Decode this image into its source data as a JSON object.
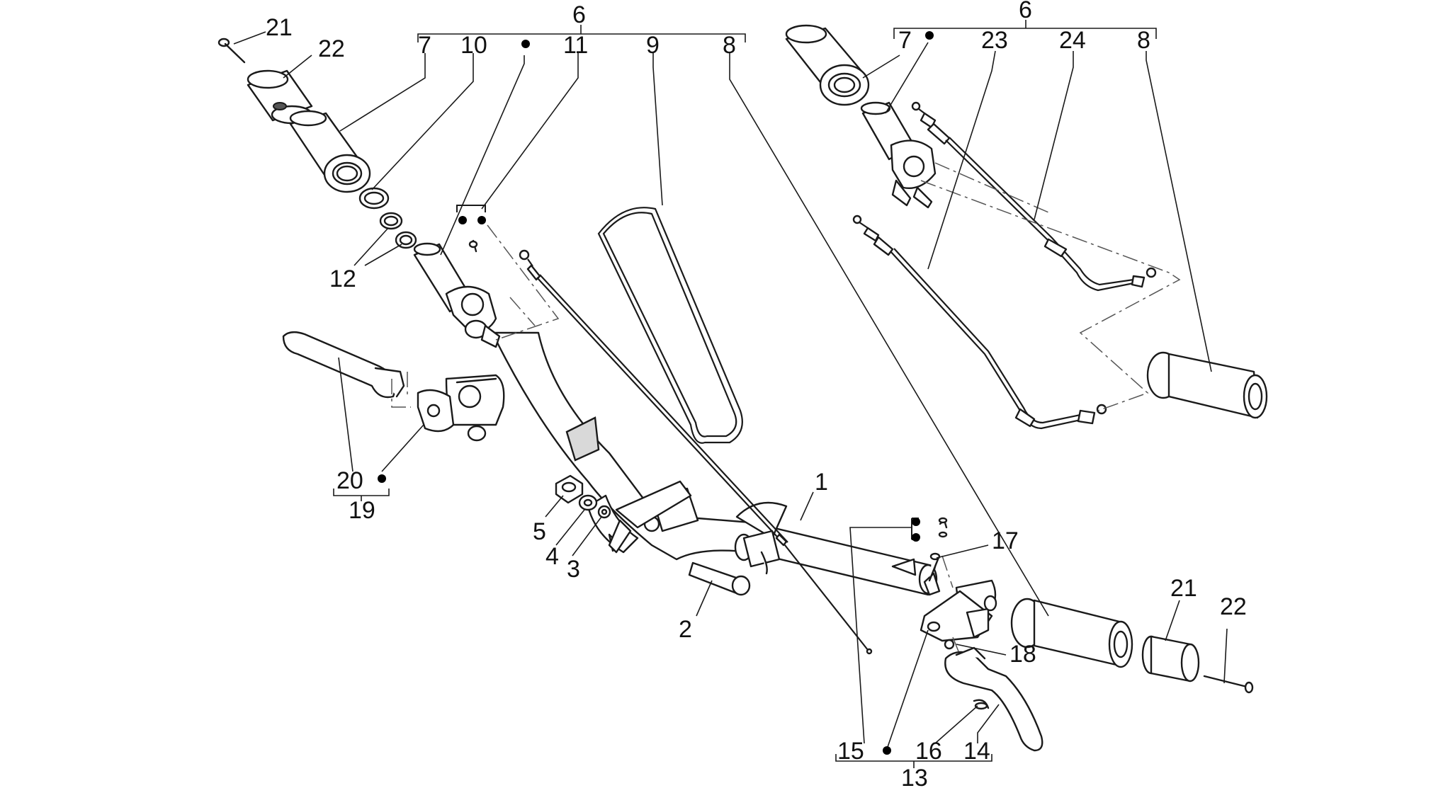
{
  "callouts": {
    "c1": "1",
    "c2": "2",
    "c3": "3",
    "c4": "4",
    "c5": "5",
    "c6_left": "6",
    "c6_right": "6",
    "c7_left": "7",
    "c7_right": "7",
    "c8_left": "8",
    "c8_right": "8",
    "c9": "9",
    "c10": "10",
    "c11": "11",
    "c12": "12",
    "c13": "13",
    "c14": "14",
    "c15": "15",
    "c16": "16",
    "c17": "17",
    "c18": "18",
    "c19": "19",
    "c20": "20",
    "c21_top": "21",
    "c22_top": "22",
    "c21_bottom": "21",
    "c22_bottom": "22",
    "c23": "23",
    "c24": "24"
  },
  "colors": {
    "line": "#1a1a1a",
    "fill": "#ffffff",
    "shade": "#d9d9d9",
    "bullet": "#000000"
  }
}
